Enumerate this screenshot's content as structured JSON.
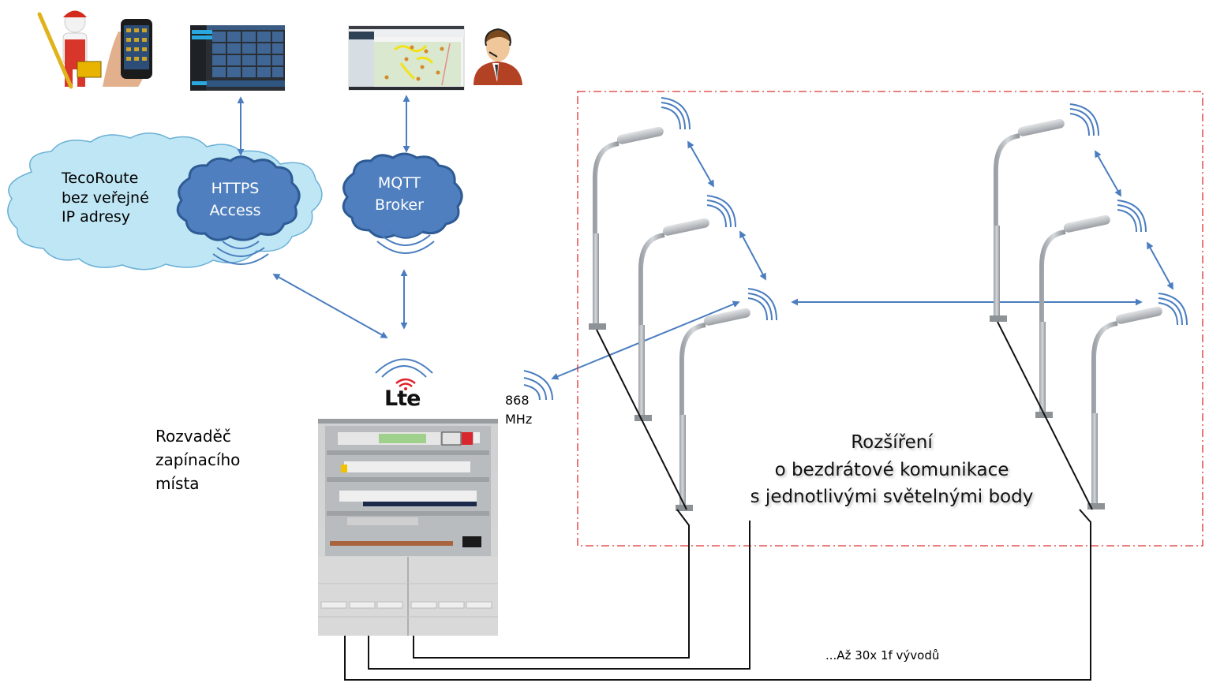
{
  "diagram": {
    "title": "Rozšíření o bezdrátové komunikace s jednotlivými světelnými body",
    "colors": {
      "link_blue": "#4a7dbf",
      "cloud_light_fill": "#bfe6f5",
      "cloud_light_stroke": "#6ab0d6",
      "cloud_dark_fill": "#4f7fbf",
      "cloud_dark_stroke": "#2e5b94",
      "boundary_red": "#e03030",
      "cable_black": "#111111",
      "lte_red": "#e0202a"
    },
    "top_icons": [
      {
        "name": "technician-with-smartphone",
        "label": ""
      },
      {
        "name": "scada-dashboard-screenshot",
        "label": ""
      },
      {
        "name": "map-application-screenshot",
        "label": ""
      },
      {
        "name": "dispatcher-operator",
        "label": ""
      }
    ],
    "clouds": {
      "tecoroute": {
        "lines": [
          "TecoRoute",
          "bez veřejné",
          "IP adresy"
        ]
      },
      "https": {
        "lines": [
          "HTTPS",
          "Access"
        ]
      },
      "mqtt": {
        "lines": [
          "MQTT",
          "Broker"
        ]
      }
    },
    "lte_label": "Lte",
    "switchboard": {
      "lines": [
        "Rozvaděč",
        "zapínacího",
        "místa"
      ]
    },
    "radio": {
      "lines": [
        "868",
        "MHz"
      ]
    },
    "extension": {
      "lines": [
        "Rozšíření",
        "o bezdrátové komunikace",
        "s jednotlivými světelnými body"
      ]
    },
    "feeders_label": "...Až 30x 1f vývodů",
    "street_lamps": {
      "left_group_count": 3,
      "right_group_count": 3
    }
  }
}
